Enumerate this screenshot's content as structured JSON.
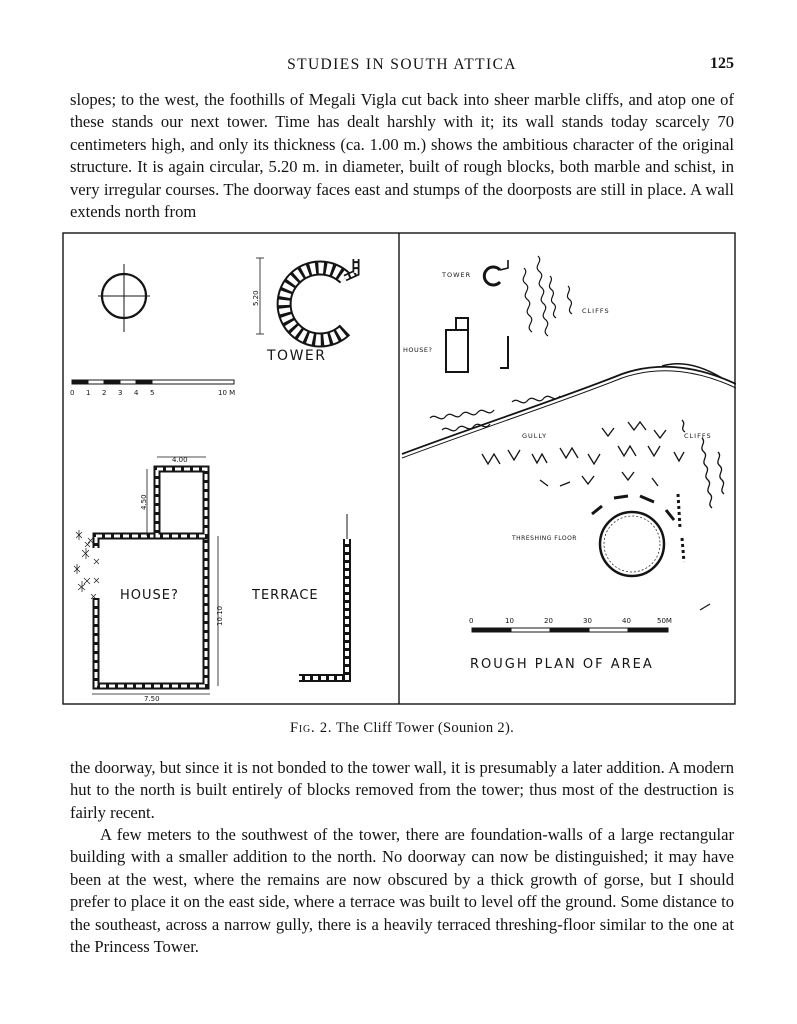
{
  "header": {
    "running_title": "STUDIES IN SOUTH ATTICA",
    "page_number": "125"
  },
  "paragraphs": {
    "p1": "slopes; to the west, the foothills of Megali Vigla cut back into sheer marble cliffs, and atop one of these stands our next tower. Time has dealt harshly with it; its wall stands today scarcely 70 centimeters high, and only its thickness (ca. 1.00 m.) shows the ambitious character of the original structure. It is again circular, 5.20 m. in diameter, built of rough blocks, both marble and schist, in very irregular courses. The doorway faces east and stumps of the doorposts are still in place. A wall extends north from",
    "p2": "the doorway, but since it is not bonded to the tower wall, it is presumably a later addition. A modern hut to the north is built entirely of blocks removed from the tower; thus most of the destruction is fairly recent.",
    "p3": "A few meters to the southwest of the tower, there are foundation-walls of a large rectangular building with a smaller addition to the north. No doorway can now be distinguished; it may have been at the west, where the remains are now obscured by a thick growth of gorse, but I should prefer to place it on the east side, where a terrace was built to level off the ground. Some distance to the southeast, across a narrow gully, there is a heavily terraced threshing-floor similar to the one at the Princess Tower."
  },
  "figure": {
    "left_panel": {
      "tower_label": "TOWER",
      "tower_diameter_dim": "5.20",
      "scale_ticks": [
        "0",
        "1",
        "2",
        "3",
        "4",
        "5",
        "10 M"
      ],
      "house_label": "HOUSE?",
      "terrace_label": "TERRACE",
      "dim_addition_width": "4.00",
      "dim_addition_depth": "4.50",
      "dim_house_length": "10.10",
      "dim_house_width": "7.50"
    },
    "right_panel": {
      "tower_label": "TOWER",
      "house_label": "HOUSE?",
      "cliffs_label_1": "CLIFFS",
      "cliffs_label_2": "CLIFFS",
      "gully_label": "GULLY",
      "threshing_floor_label": "THRESHING FLOOR",
      "scale_ticks": [
        "0",
        "10",
        "20",
        "30",
        "40",
        "50M"
      ],
      "plan_title": "ROUGH PLAN OF AREA"
    }
  },
  "caption": {
    "label": "Fig. 2.",
    "text": "The Cliff Tower (Sounion 2)."
  }
}
